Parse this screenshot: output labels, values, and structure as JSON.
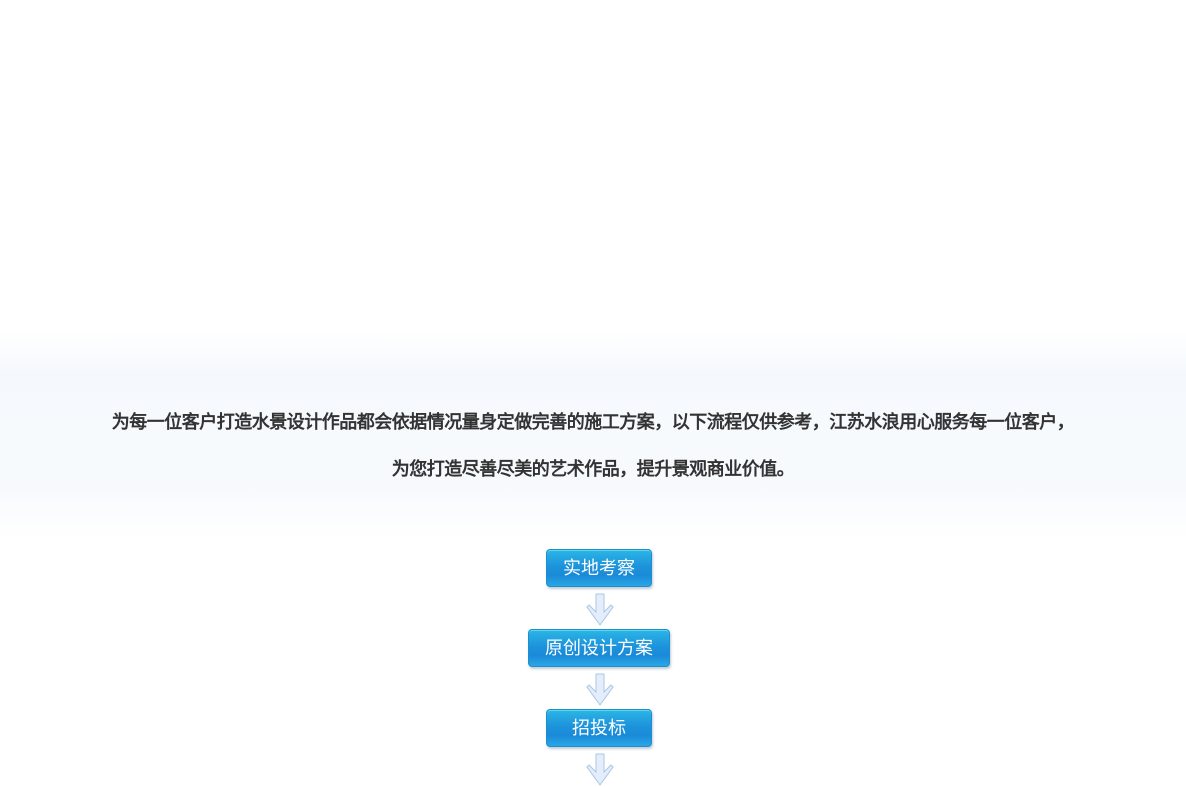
{
  "intro": {
    "line1": "为每一位客户打造水景设计作品都会依据情况量身定做完善的施工方案，以下流程仅供参考，江苏水浪用心服务每一位客户，",
    "line2": "为您打造尽善尽美的艺术作品，提升景观商业价值。"
  },
  "steps": [
    "实地考察",
    "原创设计方案",
    "招投标"
  ]
}
